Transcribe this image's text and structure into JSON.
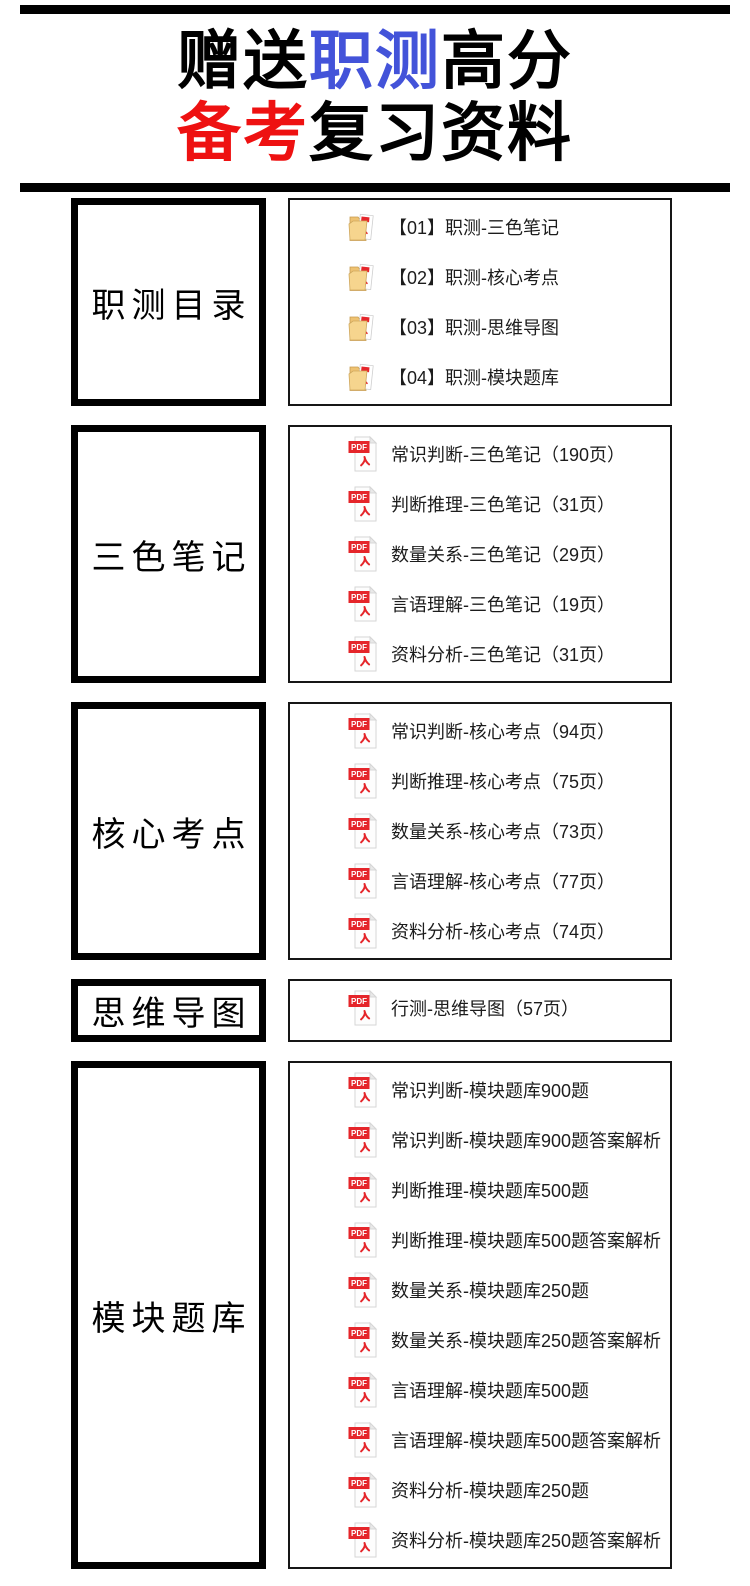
{
  "header": {
    "top_title": {
      "part1_black": "赠送",
      "part2_blue": "职测",
      "part3_black": "高分",
      "part4_red": "备考",
      "part5_black": "复习资料"
    }
  },
  "colors": {
    "accent_blue": "#4353d9",
    "accent_red": "#ee1111",
    "pdf_badge_red": "#e5252a"
  },
  "icons": {
    "pdf_badge_label": "PDF"
  },
  "sections": [
    {
      "label": "职测目录",
      "items": [
        {
          "icon": "folder-pdf",
          "text": "【01】职测-三色笔记"
        },
        {
          "icon": "folder-pdf",
          "text": "【02】职测-核心考点"
        },
        {
          "icon": "folder-pdf",
          "text": "【03】职测-思维导图"
        },
        {
          "icon": "folder-pdf",
          "text": "【04】职测-模块题库"
        }
      ]
    },
    {
      "label": "三色笔记",
      "items": [
        {
          "icon": "pdf-file",
          "text": "常识判断-三色笔记（190页）"
        },
        {
          "icon": "pdf-file",
          "text": "判断推理-三色笔记（31页）"
        },
        {
          "icon": "pdf-file",
          "text": "数量关系-三色笔记（29页）"
        },
        {
          "icon": "pdf-file",
          "text": "言语理解-三色笔记（19页）"
        },
        {
          "icon": "pdf-file",
          "text": "资料分析-三色笔记（31页）"
        }
      ]
    },
    {
      "label": "核心考点",
      "items": [
        {
          "icon": "pdf-file",
          "text": "常识判断-核心考点（94页）"
        },
        {
          "icon": "pdf-file",
          "text": "判断推理-核心考点（75页）"
        },
        {
          "icon": "pdf-file",
          "text": "数量关系-核心考点（73页）"
        },
        {
          "icon": "pdf-file",
          "text": "言语理解-核心考点（77页）"
        },
        {
          "icon": "pdf-file",
          "text": "资料分析-核心考点（74页）"
        }
      ]
    },
    {
      "label": "思维导图",
      "items": [
        {
          "icon": "pdf-file",
          "text": "行测-思维导图（57页）"
        }
      ]
    },
    {
      "label": "模块题库",
      "items": [
        {
          "icon": "pdf-file",
          "text": "常识判断-模块题库900题"
        },
        {
          "icon": "pdf-file",
          "text": "常识判断-模块题库900题答案解析"
        },
        {
          "icon": "pdf-file",
          "text": "判断推理-模块题库500题"
        },
        {
          "icon": "pdf-file",
          "text": "判断推理-模块题库500题答案解析"
        },
        {
          "icon": "pdf-file",
          "text": "数量关系-模块题库250题"
        },
        {
          "icon": "pdf-file",
          "text": "数量关系-模块题库250题答案解析"
        },
        {
          "icon": "pdf-file",
          "text": "言语理解-模块题库500题"
        },
        {
          "icon": "pdf-file",
          "text": "言语理解-模块题库500题答案解析"
        },
        {
          "icon": "pdf-file",
          "text": "资料分析-模块题库250题"
        },
        {
          "icon": "pdf-file",
          "text": "资料分析-模块题库250题答案解析"
        }
      ]
    }
  ]
}
